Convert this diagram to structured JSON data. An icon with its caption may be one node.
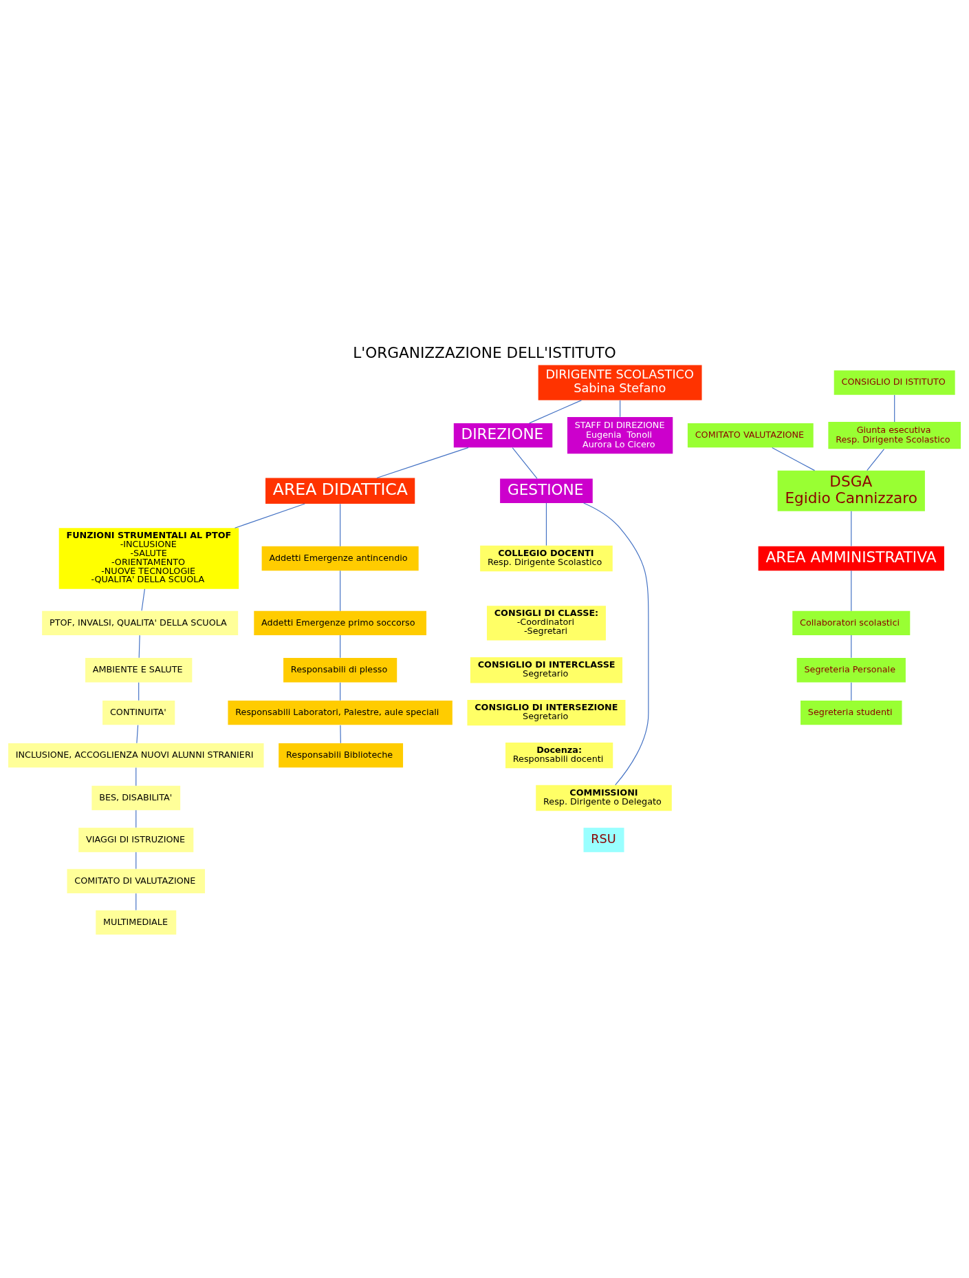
{
  "diagram": {
    "title": "L'ORGANIZZAZIONE DELL'ISTITUTO",
    "nodes": [
      {
        "text": [
          "DIRIGENTE SCOLASTICO",
          "Sabina Stefano"
        ]
      },
      {
        "text": [
          "CONSIGLIO DI ISTITUTO"
        ]
      },
      {
        "text": [
          "COMITATO VALUTAZIONE"
        ]
      },
      {
        "text": [
          "Giunta esecutiva",
          "Resp. Dirigente Scolastico"
        ]
      },
      {
        "text": [
          "DIREZIONE"
        ]
      },
      {
        "text": [
          "STAFF DI DIREZIONE",
          "Eugenia  Tonoli",
          "Aurora Lo Cicero"
        ]
      },
      {
        "text": [
          "DSGA",
          "Egidio Cannizzaro"
        ]
      },
      {
        "text": [
          "AREA DIDATTICA"
        ]
      },
      {
        "text": [
          "COLLEGIO DOCENTI",
          "Resp. Dirigente Scolastico"
        ]
      },
      {
        "text": [
          "FUNZIONI STRUMENTALI AL PTOF",
          "-INCLUSIONE",
          "-SALUTE",
          "-ORIENTAMENTO",
          "-NUOVE TECNOLOGIE",
          "-QUALITA' DELLA SCUOLA"
        ]
      },
      {
        "text": [
          "Addetti Emergenze antincendio"
        ]
      },
      {
        "text": [
          "Addetti Emergenze primo soccorso"
        ]
      },
      {
        "text": [
          "CONSIGLI DI CLASSE:",
          "-Coordinatori",
          "-Segretari"
        ]
      },
      {
        "text": [
          "Responsabili di plesso"
        ]
      },
      {
        "text": [
          "GESTIONE"
        ]
      },
      {
        "text": [
          "CONSIGLIO DI INTERCLASSE",
          "Segretario"
        ]
      },
      {
        "text": [
          "Responsabili Laboratori, Palestre, aule speciali"
        ]
      },
      {
        "text": [
          "PTOF, INVALSI, QUALITA' DELLA SCUOLA"
        ]
      },
      {
        "text": [
          "Responsabili Biblioteche"
        ]
      },
      {
        "text": [
          "CONSIGLIO DI INTERSEZIONE",
          "Segretario"
        ]
      },
      {
        "text": [
          "AMBIENTE E SALUTE"
        ]
      },
      {
        "text": [
          "CONTINUITA'"
        ]
      },
      {
        "text": [
          "AREA AMMINISTRATIVA"
        ]
      },
      {
        "text": [
          "Docenza:",
          "Responsabili docenti"
        ]
      },
      {
        "text": [
          "INCLUSIONE, ACCOGLIENZA NUOVI ALUNNI STRANIERI"
        ]
      },
      {
        "text": [
          "BES, DISABILITA'"
        ]
      },
      {
        "text": [
          "COMMISSIONI",
          "Resp. Dirigente o Delegato"
        ]
      },
      {
        "text": [
          "Collaboratori scolastici"
        ]
      },
      {
        "text": [
          "VIAGGI DI ISTRUZIONE"
        ]
      },
      {
        "text": [
          "Segreteria Personale"
        ]
      },
      {
        "text": [
          "RSU"
        ]
      },
      {
        "text": [
          "COMITATO DI VALUTAZIONE"
        ]
      },
      {
        "text": [
          "Segreteria studenti"
        ]
      },
      {
        "text": [
          "MULTIMEDIALE"
        ]
      }
    ],
    "edges": [
      {
        "from": 0,
        "to": 4,
        "arrow": "none"
      },
      {
        "from": 0,
        "to": 5,
        "arrow": "none"
      },
      {
        "from": 1,
        "to": 3,
        "arrow": "none"
      },
      {
        "from": 2,
        "to": 6,
        "arrow": "none"
      },
      {
        "from": 3,
        "to": 6,
        "arrow": "none"
      },
      {
        "from": 4,
        "to": 14,
        "arrow": "none"
      },
      {
        "from": 4,
        "to": 7,
        "arrow": "none"
      },
      {
        "from": 7,
        "to": 9,
        "arrow": "none"
      },
      {
        "from": 7,
        "to": 10,
        "arrow": "none"
      },
      {
        "from": 10,
        "to": 11,
        "arrow": "none"
      },
      {
        "from": 11,
        "to": 13,
        "arrow": "none"
      },
      {
        "from": 13,
        "to": 16,
        "arrow": "none"
      },
      {
        "from": 16,
        "to": 18,
        "arrow": "none"
      },
      {
        "from": 9,
        "to": 17,
        "arrow": "none"
      },
      {
        "from": 17,
        "to": 20,
        "arrow": "none"
      },
      {
        "from": 20,
        "to": 21,
        "arrow": "none"
      },
      {
        "from": 21,
        "to": 24,
        "arrow": "none"
      },
      {
        "from": 24,
        "to": 25,
        "arrow": "none"
      },
      {
        "from": 25,
        "to": 28,
        "arrow": "none"
      },
      {
        "from": 28,
        "to": 31,
        "arrow": "none"
      },
      {
        "from": 31,
        "to": 33,
        "arrow": "none"
      },
      {
        "from": 6,
        "to": 22,
        "arrow": "none"
      },
      {
        "from": 22,
        "to": 27,
        "arrow": "none"
      },
      {
        "from": 27,
        "to": 29,
        "arrow": "none"
      },
      {
        "from": 29,
        "to": 32,
        "arrow": "none"
      },
      {
        "from": 14,
        "to": 8,
        "arrow": "none"
      },
      {
        "from": 14,
        "to": 26,
        "arrow": "none"
      }
    ]
  }
}
